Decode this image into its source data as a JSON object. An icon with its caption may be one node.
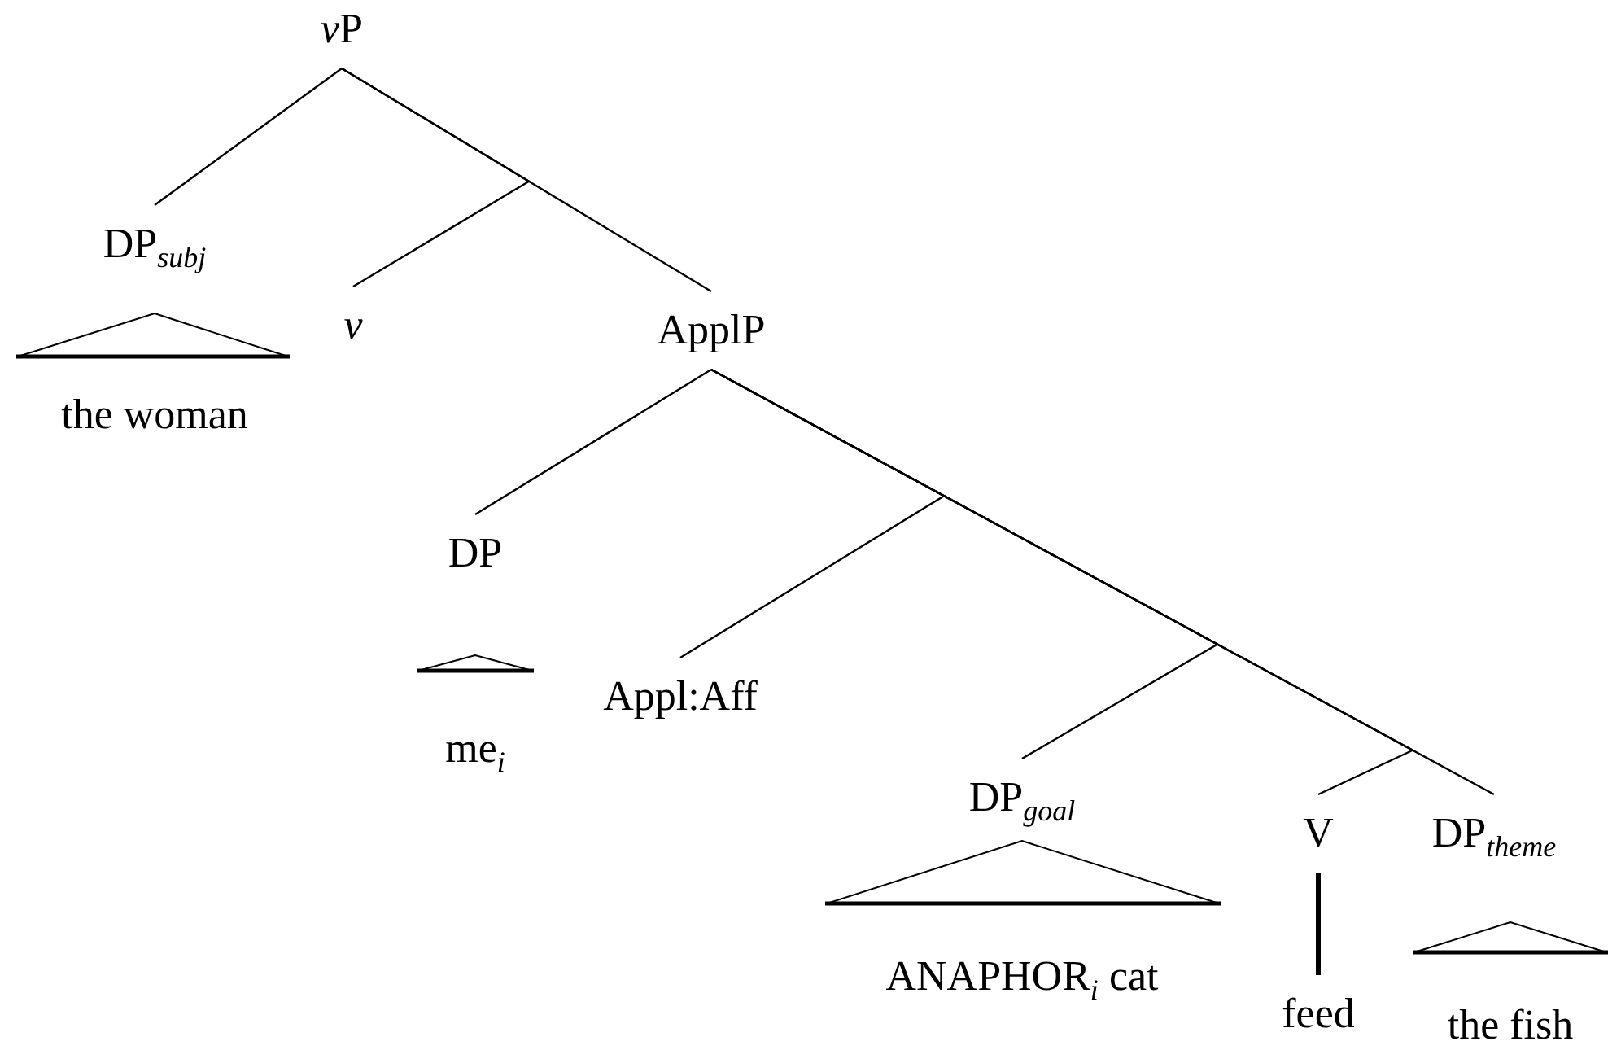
{
  "diagram": {
    "nodes": [
      {
        "text": [
          "vP"
        ]
      },
      {
        "text": [
          "DP$_{subj}$"
        ]
      },
      {
        "text": [
          "the woman"
        ]
      },
      {
        "text": [
          "v"
        ]
      },
      {
        "text": [
          "ApplP"
        ]
      },
      {
        "text": [
          "DP"
        ]
      },
      {
        "text": [
          "me$_{i}$"
        ]
      },
      {
        "text": [
          "Appl:Aff"
        ]
      },
      {
        "text": [
          "DP$_{goal}$"
        ]
      },
      {
        "text": [
          "ANAPHOR$_{i}$ cat"
        ]
      },
      {
        "text": [
          "V"
        ]
      },
      {
        "text": [
          "DP$_{theme}$"
        ]
      },
      {
        "text": [
          "feed"
        ]
      },
      {
        "text": [
          "the fish"
        ]
      }
    ],
    "edges": [
      {
        "from": 0,
        "to": 1,
        "arrow": "none"
      },
      {
        "from": 0,
        "to": 3,
        "arrow": "none"
      },
      {
        "from": 0,
        "to": 4,
        "arrow": "none"
      },
      {
        "from": 4,
        "to": 5,
        "arrow": "none"
      },
      {
        "from": 4,
        "to": 7,
        "arrow": "none"
      },
      {
        "from": 4,
        "to": 8,
        "arrow": "none"
      },
      {
        "from": 4,
        "to": 10,
        "arrow": "none"
      },
      {
        "from": 4,
        "to": 11,
        "arrow": "none"
      },
      {
        "from": 10,
        "to": 12,
        "arrow": "none",
        "style": "thick"
      }
    ]
  }
}
